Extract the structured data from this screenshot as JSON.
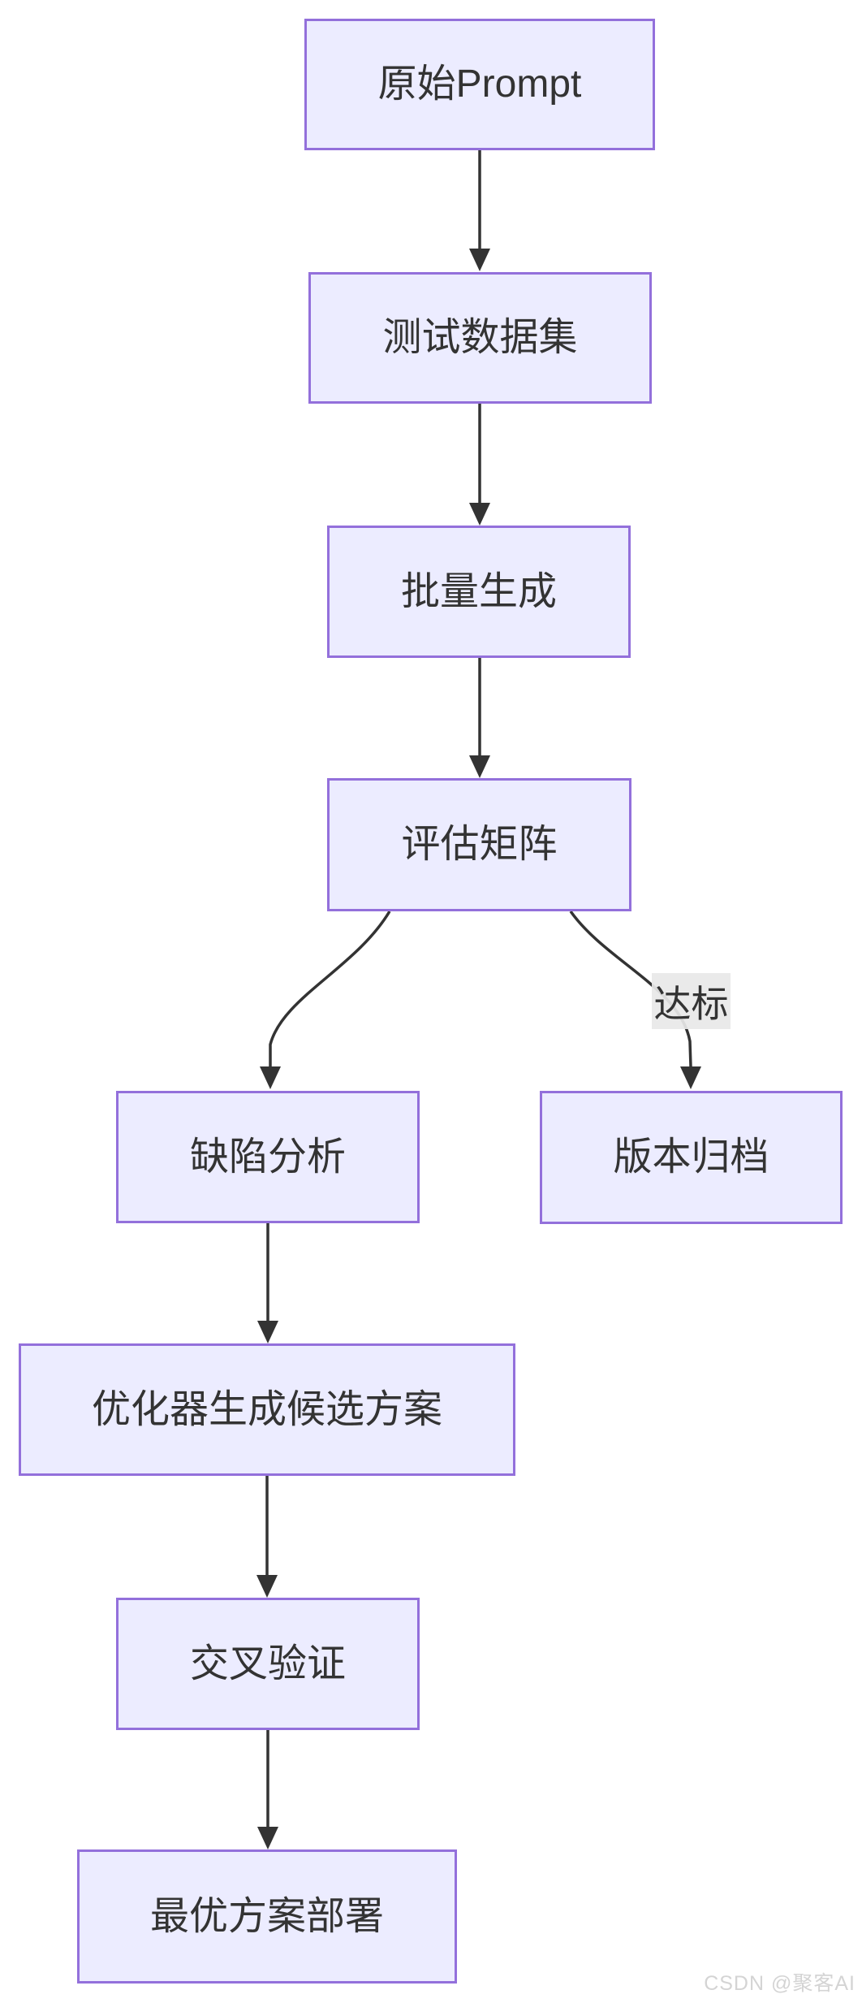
{
  "diagram": {
    "type": "flowchart",
    "direction": "top-down",
    "nodes": [
      {
        "id": "A",
        "label": "原始Prompt"
      },
      {
        "id": "B",
        "label": "测试数据集"
      },
      {
        "id": "C",
        "label": "批量生成"
      },
      {
        "id": "D",
        "label": "评估矩阵"
      },
      {
        "id": "E",
        "label": "缺陷分析"
      },
      {
        "id": "F",
        "label": "版本归档"
      },
      {
        "id": "G",
        "label": "优化器生成候选方案"
      },
      {
        "id": "H",
        "label": "交叉验证"
      },
      {
        "id": "I",
        "label": "最优方案部署"
      }
    ],
    "edges": [
      {
        "from": "A",
        "to": "B",
        "label": ""
      },
      {
        "from": "B",
        "to": "C",
        "label": ""
      },
      {
        "from": "C",
        "to": "D",
        "label": ""
      },
      {
        "from": "D",
        "to": "E",
        "label": ""
      },
      {
        "from": "D",
        "to": "F",
        "label": "达标"
      },
      {
        "from": "E",
        "to": "G",
        "label": ""
      },
      {
        "from": "G",
        "to": "H",
        "label": ""
      },
      {
        "from": "H",
        "to": "I",
        "label": ""
      }
    ],
    "colors": {
      "node_fill": "#ECECFF",
      "node_border": "#9370DB",
      "edge_stroke": "#333333",
      "edge_label_bg": "#e8e8e8",
      "text": "#333333"
    }
  },
  "watermark": {
    "text": "CSDN @聚客AI",
    "color": "#d4d4d4"
  }
}
